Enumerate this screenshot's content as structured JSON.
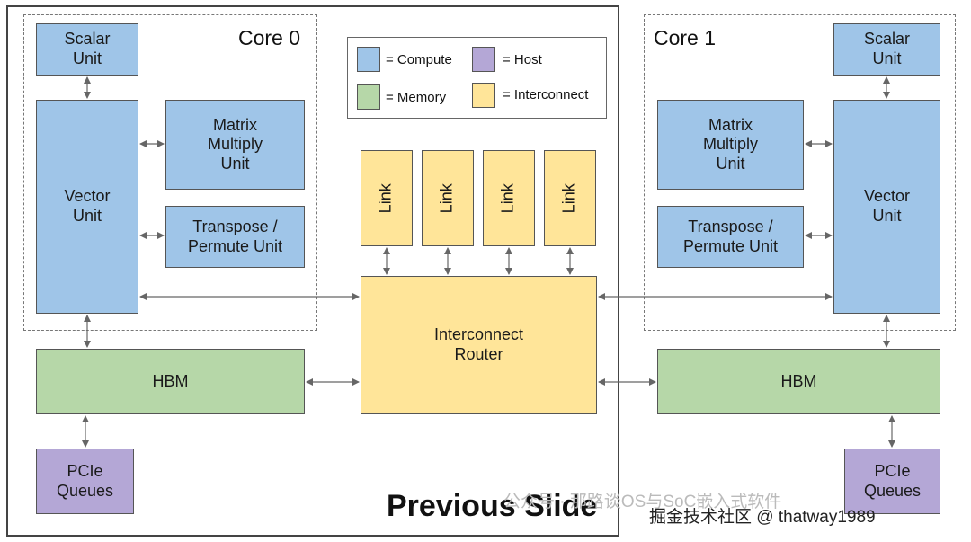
{
  "core0": {
    "title": "Core 0",
    "scalar_unit": "Scalar Unit",
    "vector_unit": "Vector Unit",
    "matrix_unit": "Matrix Multiply Unit",
    "transpose_unit": "Transpose / Permute Unit",
    "hbm": "HBM",
    "pcie": "PCIe Queues"
  },
  "core1": {
    "title": "Core 1",
    "scalar_unit": "Scalar Unit",
    "vector_unit": "Vector Unit",
    "matrix_unit": "Matrix Multiply Unit",
    "transpose_unit": "Transpose / Permute Unit",
    "hbm": "HBM",
    "pcie": "PCIe Queues"
  },
  "legend": {
    "compute": "= Compute",
    "host": "= Host",
    "memory": "= Memory",
    "interconnect": "= Interconnect"
  },
  "links": [
    "Link",
    "Link",
    "Link",
    "Link"
  ],
  "router": "Interconnect Router",
  "previous_slide": "Previous Slide",
  "watermark": {
    "channel": "公众号 · 那路谈OS与SoC嵌入式软件",
    "site": "掘金技术社区 @ thatway1989"
  },
  "colors": {
    "compute": "#9fc5e8",
    "memory": "#b6d7a8",
    "interconnect": "#ffe599",
    "host": "#b4a7d6"
  }
}
